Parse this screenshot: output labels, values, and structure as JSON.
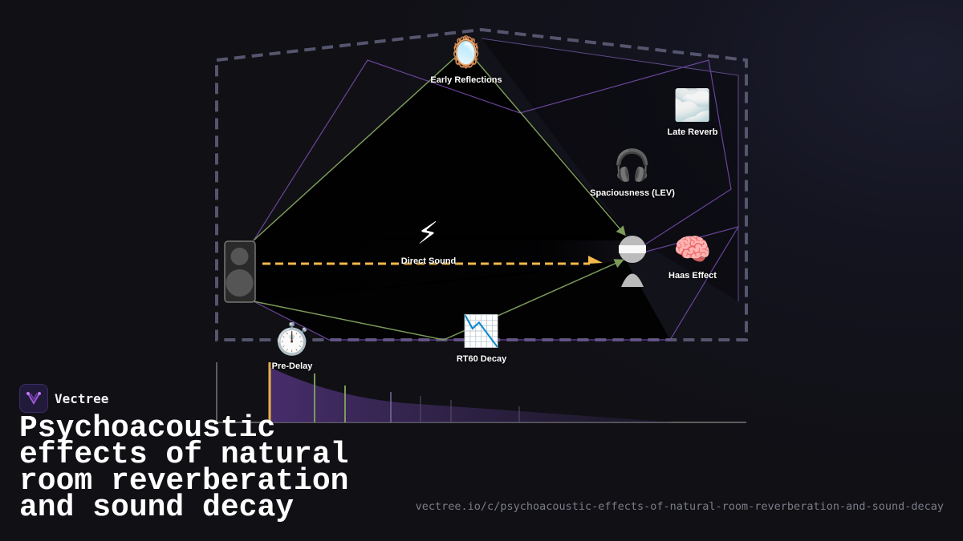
{
  "diagram": {
    "labels": {
      "early_reflections": "Early Reflections",
      "late_reverb": "Late Reverb",
      "spaciousness": "Spaciousness (LEV)",
      "direct_sound": "Direct Sound",
      "haas_effect": "Haas Effect",
      "pre_delay": "Pre-Delay",
      "rt60_decay": "RT60 Decay"
    },
    "icons": {
      "early_reflections": "🪞",
      "late_reverb": "🌫️",
      "spaciousness": "🎧",
      "direct_sound": "⚡",
      "haas_effect": "🧠",
      "pre_delay": "⏱️",
      "rt60_decay": "📉"
    },
    "colors": {
      "room_outline": "#55556e",
      "direct_path": "#f2b84b",
      "reflection_path": "#7c9a5a",
      "reverb_path": "#7a4fb0",
      "decay_fill": "#3d2a5c"
    }
  },
  "brand": {
    "name": "Vectree"
  },
  "title": "Psychoacoustic effects of natural room reverberation and sound decay",
  "url": "vectree.io/c/psychoacoustic-effects-of-natural-room-reverberation-and-sound-decay"
}
